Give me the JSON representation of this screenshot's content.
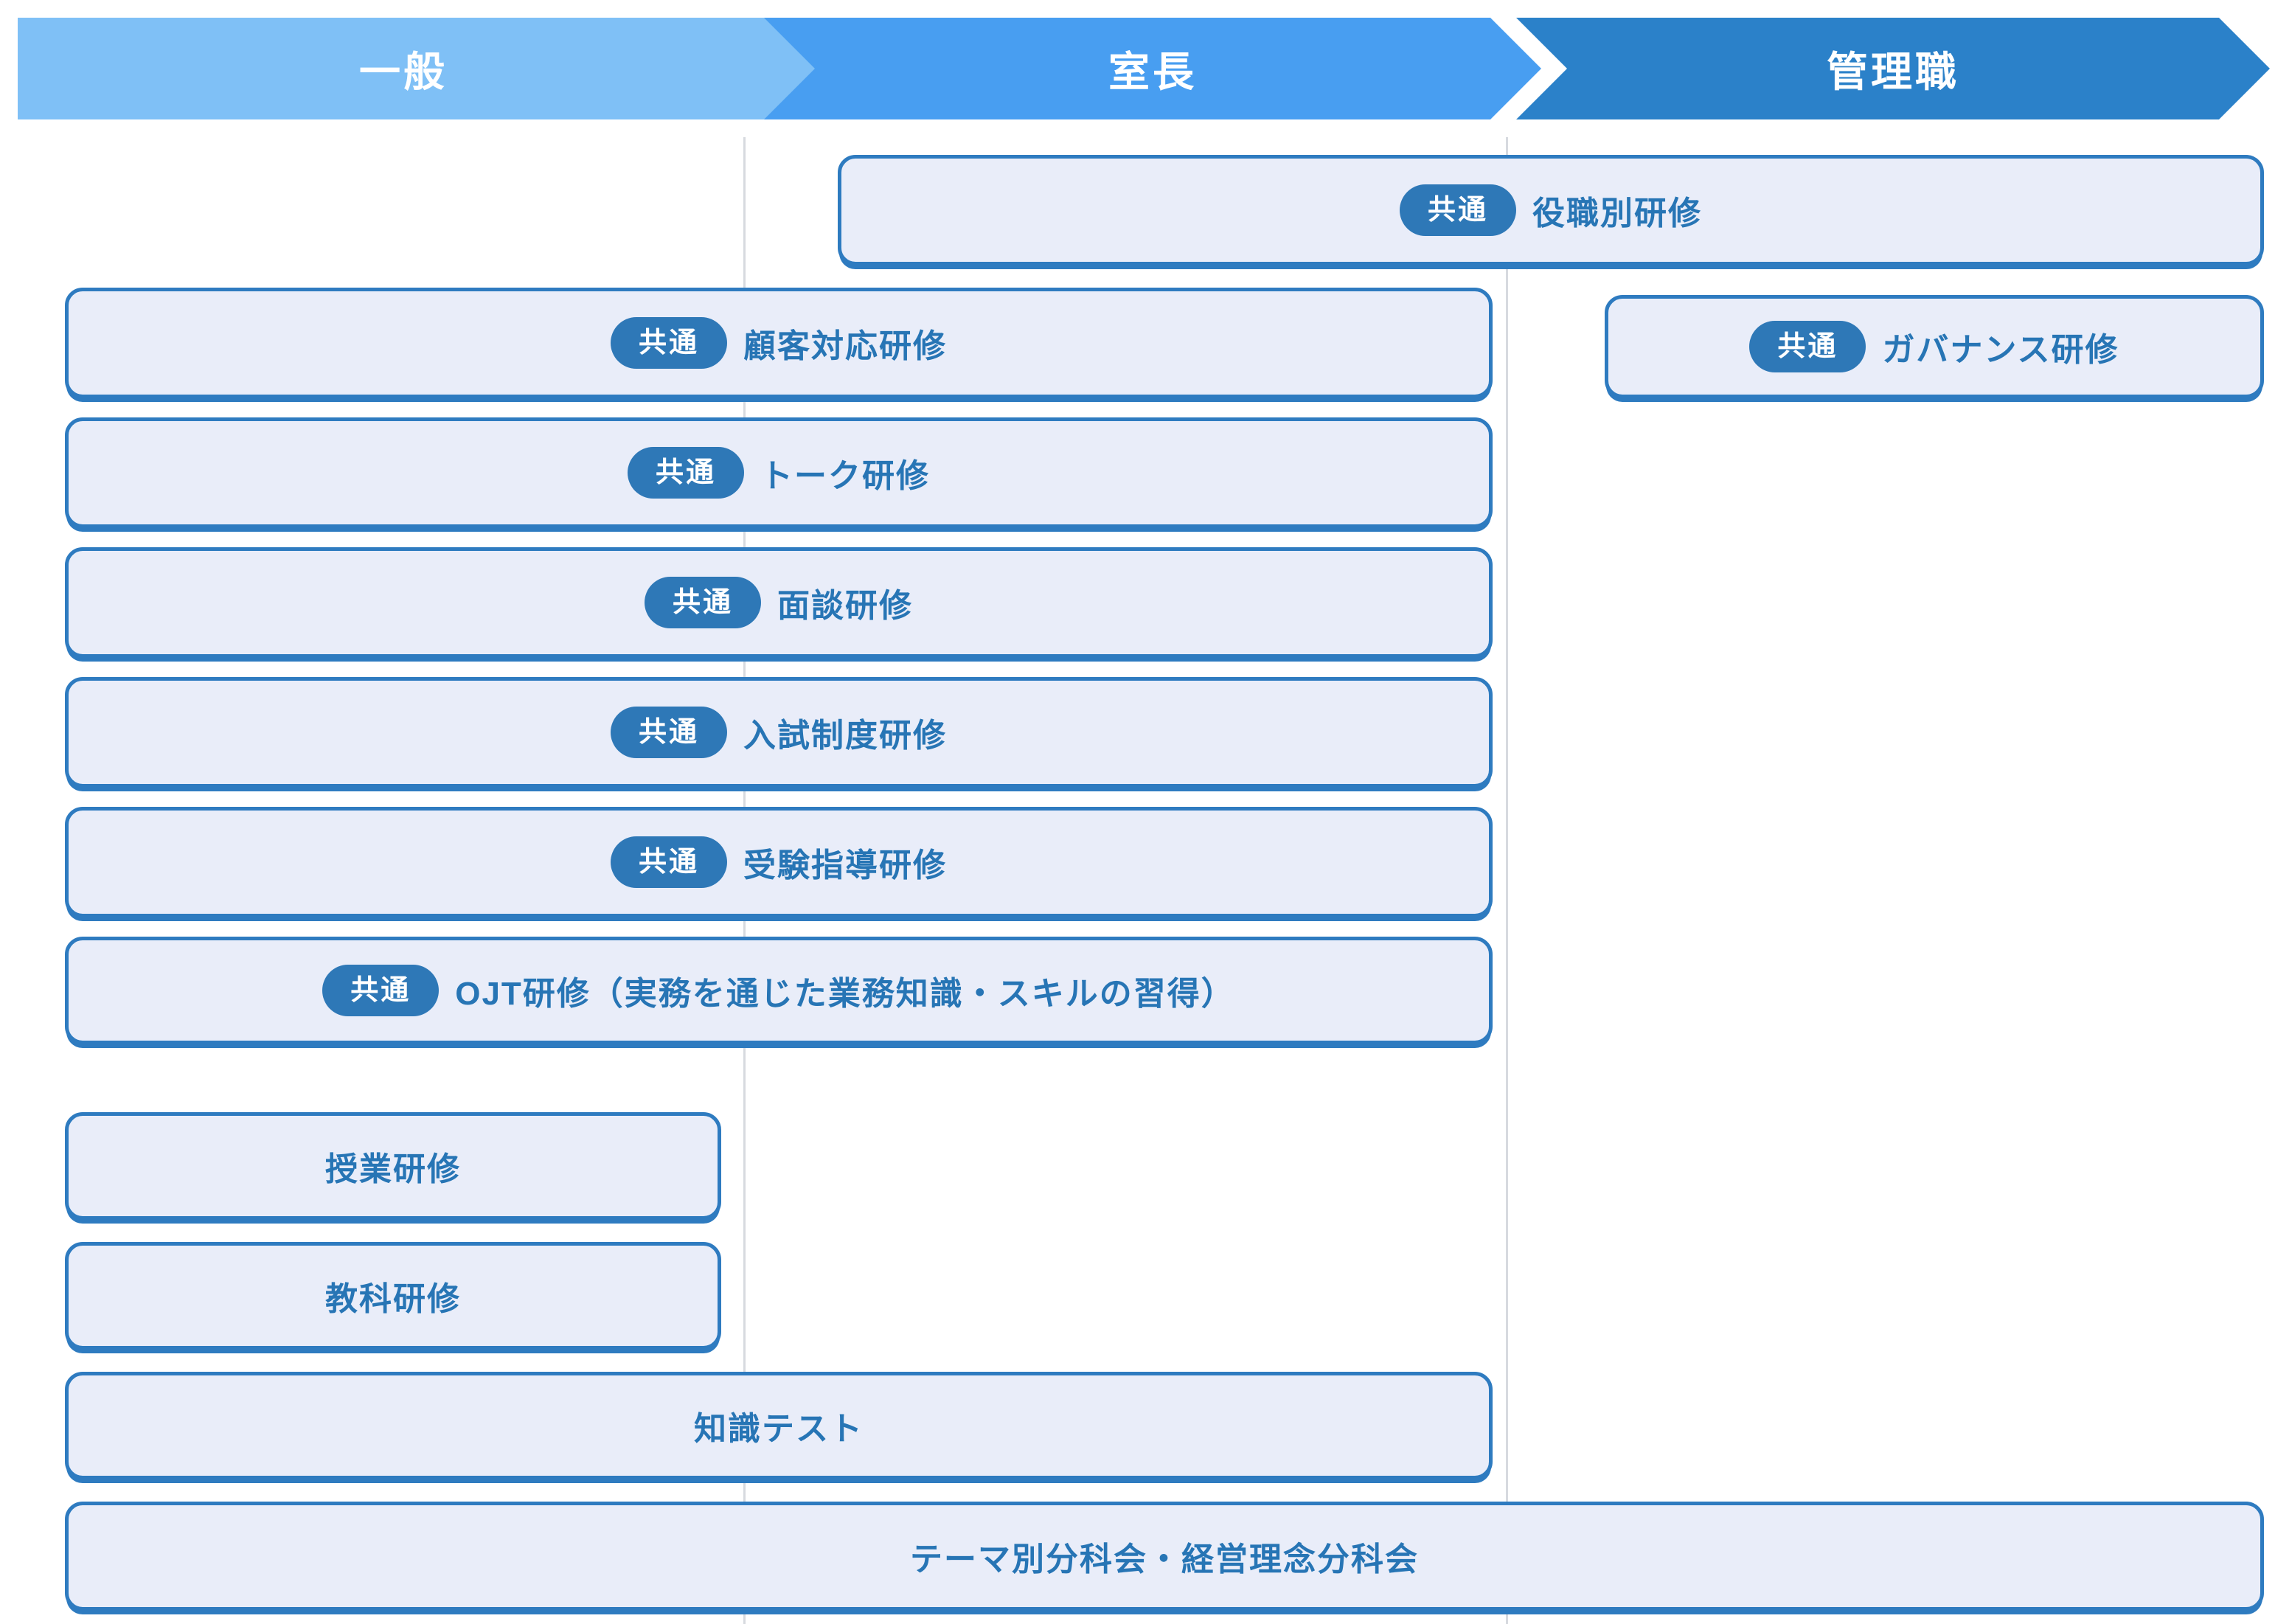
{
  "header": {
    "stages": [
      {
        "label": "一般"
      },
      {
        "label": "室長"
      },
      {
        "label": "管理職"
      }
    ]
  },
  "badge": {
    "label": "共通"
  },
  "rows": [
    {
      "label": "役職別研修",
      "badge": true,
      "columns": "室長〜管理職"
    },
    {
      "label": "顧客対応研修",
      "badge": true,
      "columns": "一般〜室長"
    },
    {
      "label": "ガバナンス研修",
      "badge": true,
      "columns": "管理職"
    },
    {
      "label": "トーク研修",
      "badge": true,
      "columns": "一般〜室長"
    },
    {
      "label": "面談研修",
      "badge": true,
      "columns": "一般〜室長"
    },
    {
      "label": "入試制度研修",
      "badge": true,
      "columns": "一般〜室長"
    },
    {
      "label": "受験指導研修",
      "badge": true,
      "columns": "一般〜室長"
    },
    {
      "label": "OJT研修（実務を通じた業務知識・スキルの習得）",
      "badge": true,
      "columns": "一般〜室長"
    },
    {
      "label": "授業研修",
      "badge": false,
      "columns": "一般"
    },
    {
      "label": "教科研修",
      "badge": false,
      "columns": "一般"
    },
    {
      "label": "知識テスト",
      "badge": false,
      "columns": "一般〜室長"
    },
    {
      "label": "テーマ別分科会・経営理念分科会",
      "badge": false,
      "columns": "一般〜管理職"
    }
  ],
  "colors": {
    "stage1": "#7FC0F6",
    "stage2": "#489EF1",
    "stage3": "#2B81C9",
    "box_border": "#2E7BC0",
    "box_fill": "#E9EDF9",
    "badge_bg": "#2E78B7",
    "label_text": "#2775B5",
    "divider": "#D7DADF"
  }
}
